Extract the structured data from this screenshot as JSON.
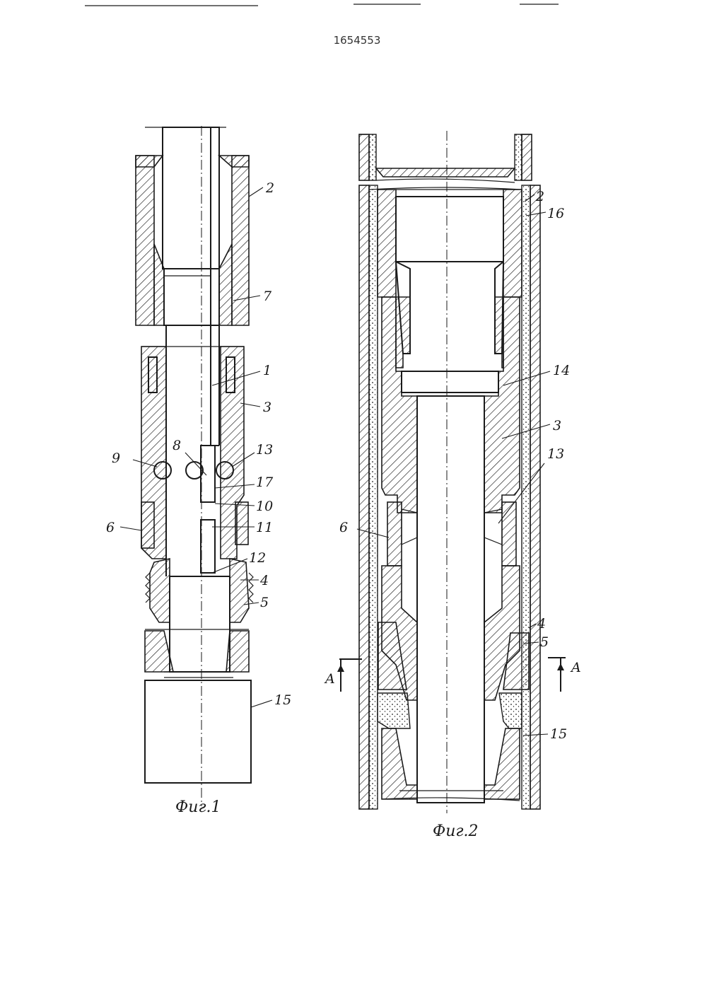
{
  "document": {
    "patent_number": "1654553"
  },
  "figure1": {
    "caption": "Фиг.1",
    "labels": [
      "2",
      "7",
      "1",
      "3",
      "13",
      "9",
      "8",
      "17",
      "10",
      "11",
      "6",
      "12",
      "4",
      "5",
      "15"
    ]
  },
  "figure2": {
    "caption": "Фиг.2",
    "labels": [
      "2",
      "16",
      "14",
      "3",
      "13",
      "6",
      "4",
      "5",
      "A",
      "A",
      "15"
    ]
  }
}
